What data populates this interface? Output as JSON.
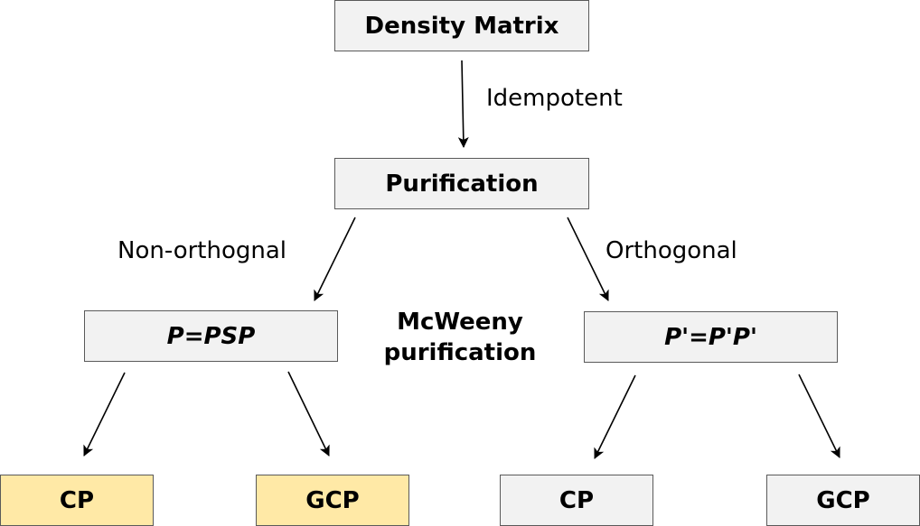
{
  "nodes": {
    "density_matrix": "Density Matrix",
    "purification": "Purification",
    "non_orthogonal_relation": "P=PSP",
    "orthogonal_relation": "P'=P'P'",
    "left_cp": "CP",
    "left_gcp": "GCP",
    "right_cp": "CP",
    "right_gcp": "GCP"
  },
  "edge_labels": {
    "idempotent": "Idempotent",
    "non_orthogonal": "Non-orthognal",
    "orthogonal": "Orthogonal"
  },
  "center_label": {
    "line1": "McWeeny",
    "line2": "purification"
  },
  "colors": {
    "box_fill": "#f2f2f2",
    "highlight_fill": "#ffe9a6",
    "border": "#5a5a5a",
    "arrow": "#000000"
  }
}
